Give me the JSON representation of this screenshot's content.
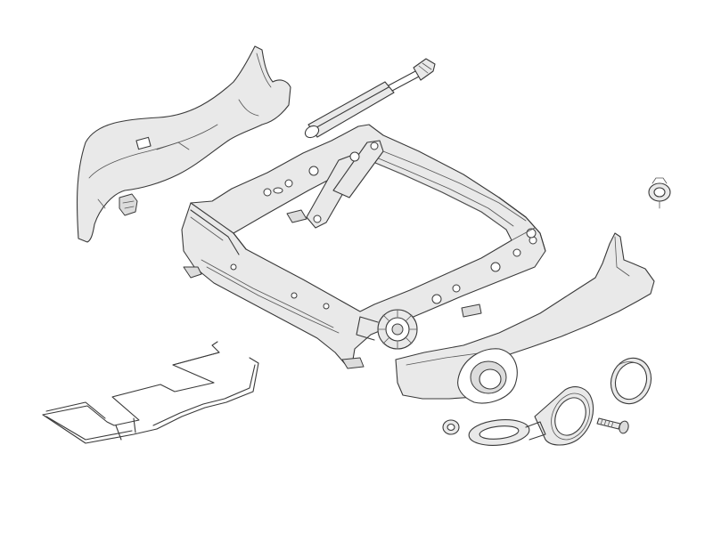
{
  "diagram": {
    "kind": "exploded parts illustration",
    "line_color": "#3a3a3a",
    "fill_color": "#e9e9e9",
    "background": "#ffffff",
    "parts": [
      {
        "id": "gas-strut"
      },
      {
        "id": "seat-frame"
      },
      {
        "id": "left-side-trim"
      },
      {
        "id": "small-clip"
      },
      {
        "id": "right-side-trim"
      },
      {
        "id": "push-rivet"
      },
      {
        "id": "seat-heater-wire"
      },
      {
        "id": "round-cap"
      },
      {
        "id": "bezel-ring"
      },
      {
        "id": "oval-spacer"
      },
      {
        "id": "screw"
      },
      {
        "id": "small-washer"
      },
      {
        "id": "recliner-mechanism"
      }
    ]
  }
}
